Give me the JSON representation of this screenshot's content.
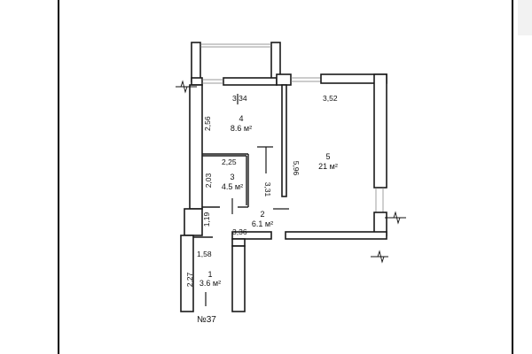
{
  "plan": {
    "rooms": [
      {
        "id": "4",
        "area": "8.6 м²"
      },
      {
        "id": "5",
        "area": "21 м²"
      },
      {
        "id": "3",
        "area": "4.5 м²"
      },
      {
        "id": "2",
        "area": "6.1 м²"
      },
      {
        "id": "1",
        "area": "3.6 м²"
      }
    ],
    "dimensions": {
      "room4_width": "3,34",
      "room4_height": "2,56",
      "room5_width": "3,52",
      "room5_height": "5,96",
      "room3_width": "2,25",
      "room3_height": "2,03",
      "room2_height": "3,31",
      "room2_width": "3,36",
      "room2_small": "1,19",
      "room1_width": "1,58",
      "room1_height": "2,27"
    },
    "flat_number": "№37"
  }
}
